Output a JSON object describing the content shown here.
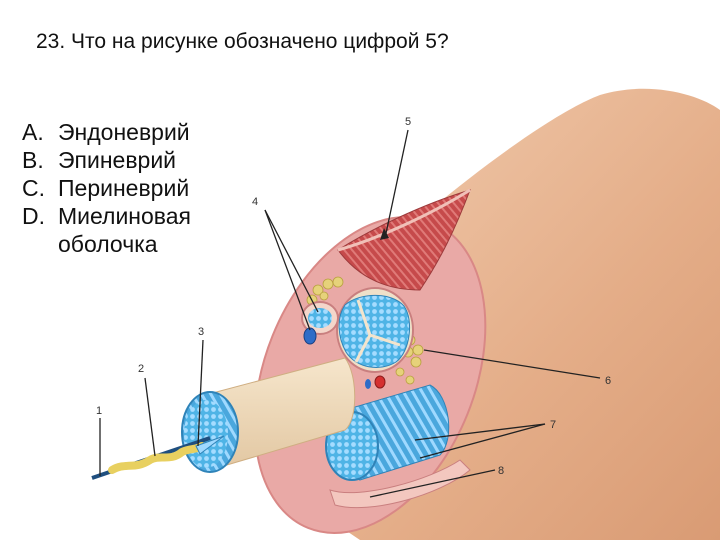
{
  "question": "23. Что на рисунке обозначено цифрой 5?",
  "options": [
    {
      "letter": "A.",
      "text": "Эндоневрий"
    },
    {
      "letter": "B.",
      "text": "Эпиневрий"
    },
    {
      "letter": "C.",
      "text": "Периневрий"
    },
    {
      "letter": "D.",
      "text": "Миелиновая оболочка"
    }
  ],
  "labels": [
    "1",
    "2",
    "3",
    "4",
    "5",
    "6",
    "7",
    "8"
  ],
  "colors": {
    "skin": "#e8b692",
    "outer": "#e7a6a4",
    "muscle": "#c8484a",
    "fascicle": "#4fb4e6",
    "fiber": "#8fd2ff",
    "fat": "#e9d57b",
    "sheath": "#f0e0c8"
  }
}
